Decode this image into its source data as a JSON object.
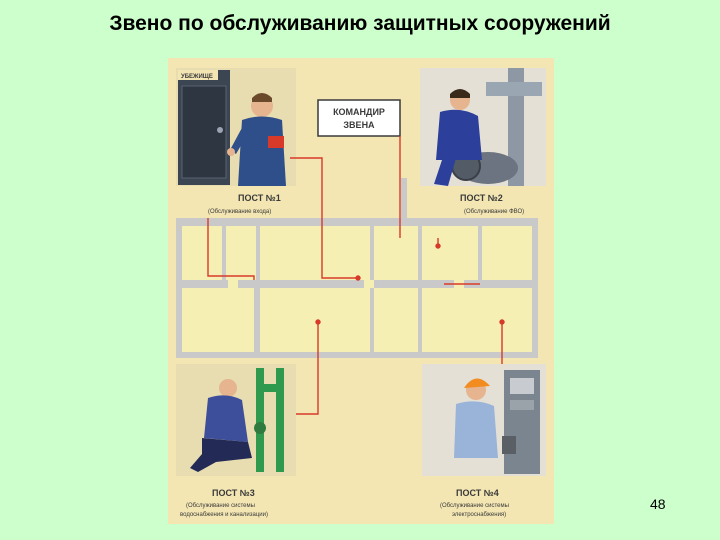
{
  "slide": {
    "title": "Звено по обслуживанию защитных сооружений",
    "page_number": "48"
  },
  "poster": {
    "door_sign": "УБЕЖИЩЕ",
    "commander_line1": "КОМАНДИР",
    "commander_line2": "ЗВЕНА",
    "post1": {
      "title": "ПОСТ №1",
      "sub1": "(Обслуживание входа)"
    },
    "post2": {
      "title": "ПОСТ №2",
      "sub1": "(Обслуживание ФВО)"
    },
    "post3": {
      "title": "ПОСТ №3",
      "sub1": "(Обслуживание системы",
      "sub2": "водоснабжения и канализации)"
    },
    "post4": {
      "title": "ПОСТ №4",
      "sub1": "(Обслуживание системы",
      "sub2": "электроснабжения)"
    }
  },
  "colors": {
    "background": "#ccffcc",
    "poster": "#f3e6b3",
    "red_line": "#d83a2a",
    "floor": "#f6efb4",
    "walls": "#c9c9c9"
  }
}
